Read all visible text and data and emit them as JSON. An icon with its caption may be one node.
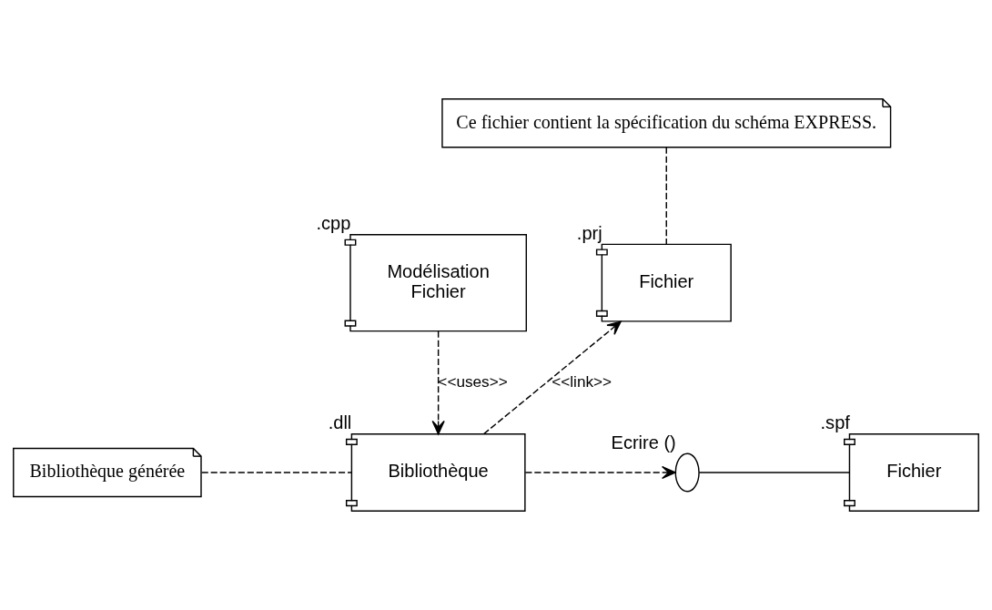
{
  "diagram": {
    "nodes": [
      {
        "text": [
          "Fichier"
        ],
        "beside": [
          ".prj"
        ]
      },
      {
        "text": [
          "Modélisation",
          "Fichier"
        ],
        "beside": [
          ".cpp"
        ]
      },
      {
        "text": [
          "Ce fichier contient la spécification du schéma EXPRESS."
        ]
      },
      {
        "text": [
          "Bibliothèque"
        ],
        "beside": [
          ".dll"
        ]
      },
      {
        "text": [
          "Bibliothèque générée"
        ]
      },
      {
        "text": [],
        "shape": "circle",
        "beside": [
          "Ecrire ()"
        ]
      },
      {
        "text": [
          "Fichier"
        ],
        "beside": [
          ".spf"
        ]
      }
    ],
    "edges": [
      {
        "from": 2,
        "to": 0,
        "arrow": "none",
        "style": "dashed"
      },
      {
        "from": 3,
        "to": 0,
        "arrow": "to",
        "style": "dashed",
        "label": "<<link>>"
      },
      {
        "from": 1,
        "to": 3,
        "arrow": "to",
        "style": "dashed",
        "label": "<<uses>>"
      },
      {
        "from": 4,
        "to": 3,
        "arrow": "none",
        "style": "dashed"
      },
      {
        "from": 3,
        "to": 5,
        "arrow": "to",
        "style": "dashed"
      },
      {
        "from": 5,
        "to": 6,
        "arrow": "none"
      }
    ]
  }
}
